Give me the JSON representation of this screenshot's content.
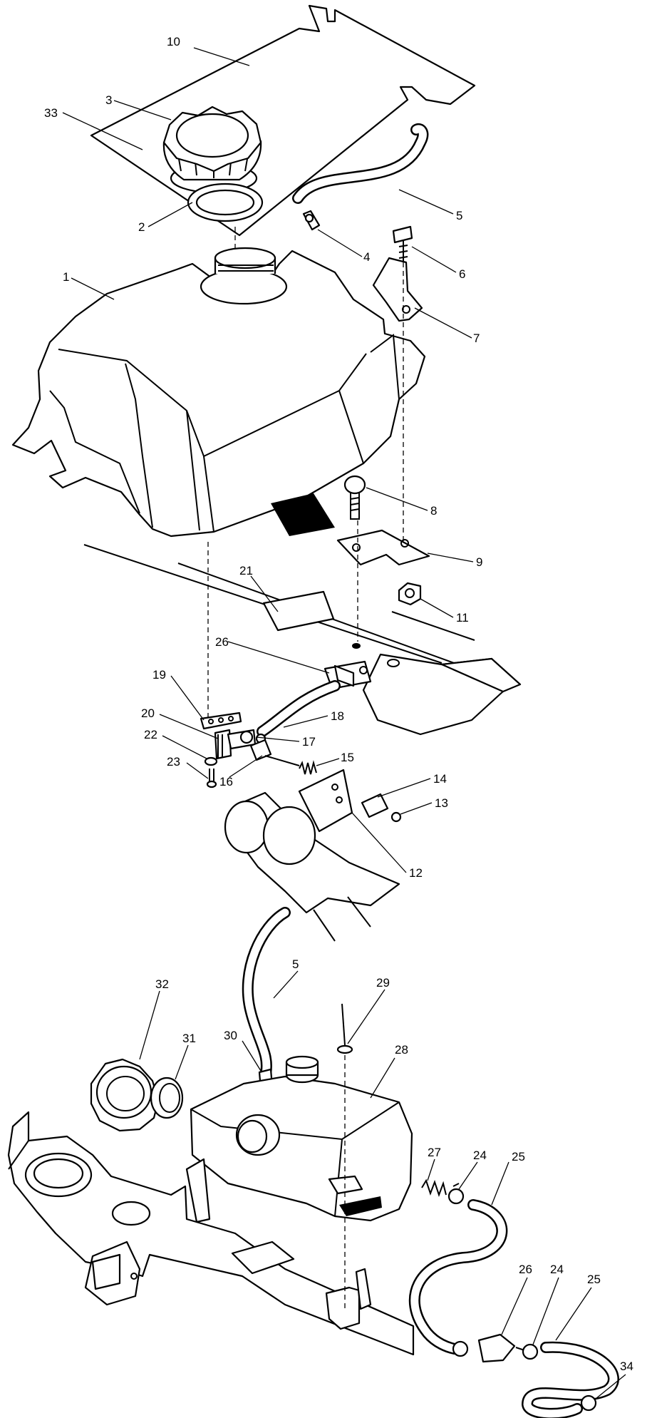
{
  "callouts": [
    {
      "id": "c10",
      "label": "10"
    },
    {
      "id": "c3",
      "label": "3"
    },
    {
      "id": "c33",
      "label": "33"
    },
    {
      "id": "c5a",
      "label": "5"
    },
    {
      "id": "c2",
      "label": "2"
    },
    {
      "id": "c4",
      "label": "4"
    },
    {
      "id": "c6",
      "label": "6"
    },
    {
      "id": "c1",
      "label": "1"
    },
    {
      "id": "c7",
      "label": "7"
    },
    {
      "id": "c8",
      "label": "8"
    },
    {
      "id": "c9",
      "label": "9"
    },
    {
      "id": "c21",
      "label": "21"
    },
    {
      "id": "c11",
      "label": "11"
    },
    {
      "id": "c26a",
      "label": "26"
    },
    {
      "id": "c19",
      "label": "19"
    },
    {
      "id": "c18",
      "label": "18"
    },
    {
      "id": "c20",
      "label": "20"
    },
    {
      "id": "c17",
      "label": "17"
    },
    {
      "id": "c22",
      "label": "22"
    },
    {
      "id": "c15",
      "label": "15"
    },
    {
      "id": "c23",
      "label": "23"
    },
    {
      "id": "c16",
      "label": "16"
    },
    {
      "id": "c14",
      "label": "14"
    },
    {
      "id": "c13",
      "label": "13"
    },
    {
      "id": "c12",
      "label": "12"
    },
    {
      "id": "c5b",
      "label": "5"
    },
    {
      "id": "c32",
      "label": "32"
    },
    {
      "id": "c29",
      "label": "29"
    },
    {
      "id": "c31",
      "label": "31"
    },
    {
      "id": "c30",
      "label": "30"
    },
    {
      "id": "c28",
      "label": "28"
    },
    {
      "id": "c27",
      "label": "27"
    },
    {
      "id": "c24a",
      "label": "24"
    },
    {
      "id": "c25a",
      "label": "25"
    },
    {
      "id": "c26b",
      "label": "26"
    },
    {
      "id": "c24b",
      "label": "24"
    },
    {
      "id": "c25b",
      "label": "25"
    },
    {
      "id": "c34",
      "label": "34"
    }
  ]
}
